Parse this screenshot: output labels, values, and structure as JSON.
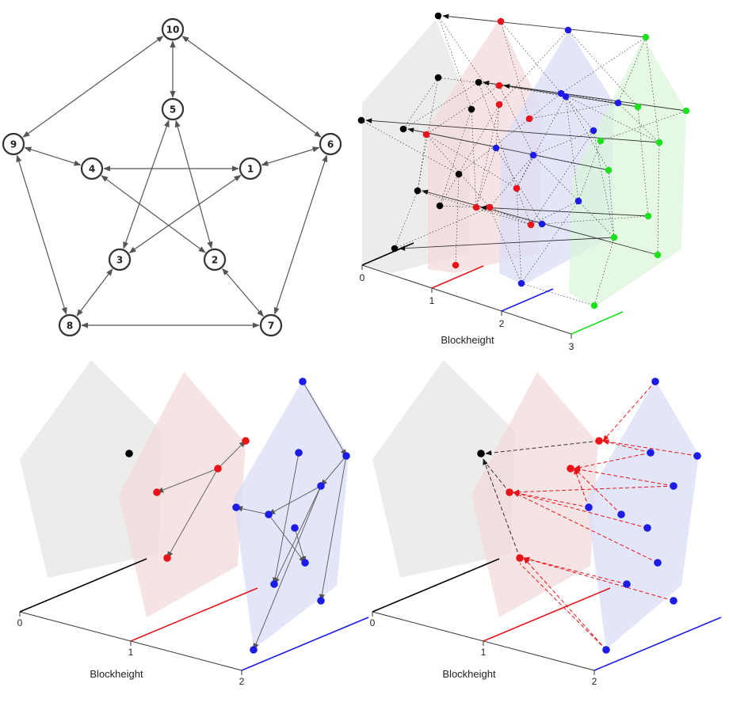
{
  "graph": {
    "nodes": [
      "1",
      "2",
      "3",
      "4",
      "5",
      "6",
      "7",
      "8",
      "9",
      "10"
    ],
    "edges": [
      [
        "10",
        "5"
      ],
      [
        "10",
        "9"
      ],
      [
        "10",
        "6"
      ],
      [
        "9",
        "4"
      ],
      [
        "9",
        "8"
      ],
      [
        "6",
        "1"
      ],
      [
        "6",
        "7"
      ],
      [
        "4",
        "1"
      ],
      [
        "4",
        "2"
      ],
      [
        "1",
        "3"
      ],
      [
        "5",
        "3"
      ],
      [
        "5",
        "2"
      ],
      [
        "3",
        "8"
      ],
      [
        "2",
        "7"
      ],
      [
        "8",
        "7"
      ]
    ]
  },
  "plots": {
    "axis_title": "Blockheight",
    "top_right_ticks": [
      "0",
      "1",
      "2",
      "3"
    ],
    "bottom_ticks": [
      "0",
      "1",
      "2"
    ],
    "layer_colors": [
      "#000000",
      "#e8141a",
      "#1c1ce6",
      "#1fe01f"
    ],
    "plane_colors": [
      "#e3e6e3",
      "#f3d9d9",
      "#d8dcf5",
      "#daf5da"
    ]
  }
}
